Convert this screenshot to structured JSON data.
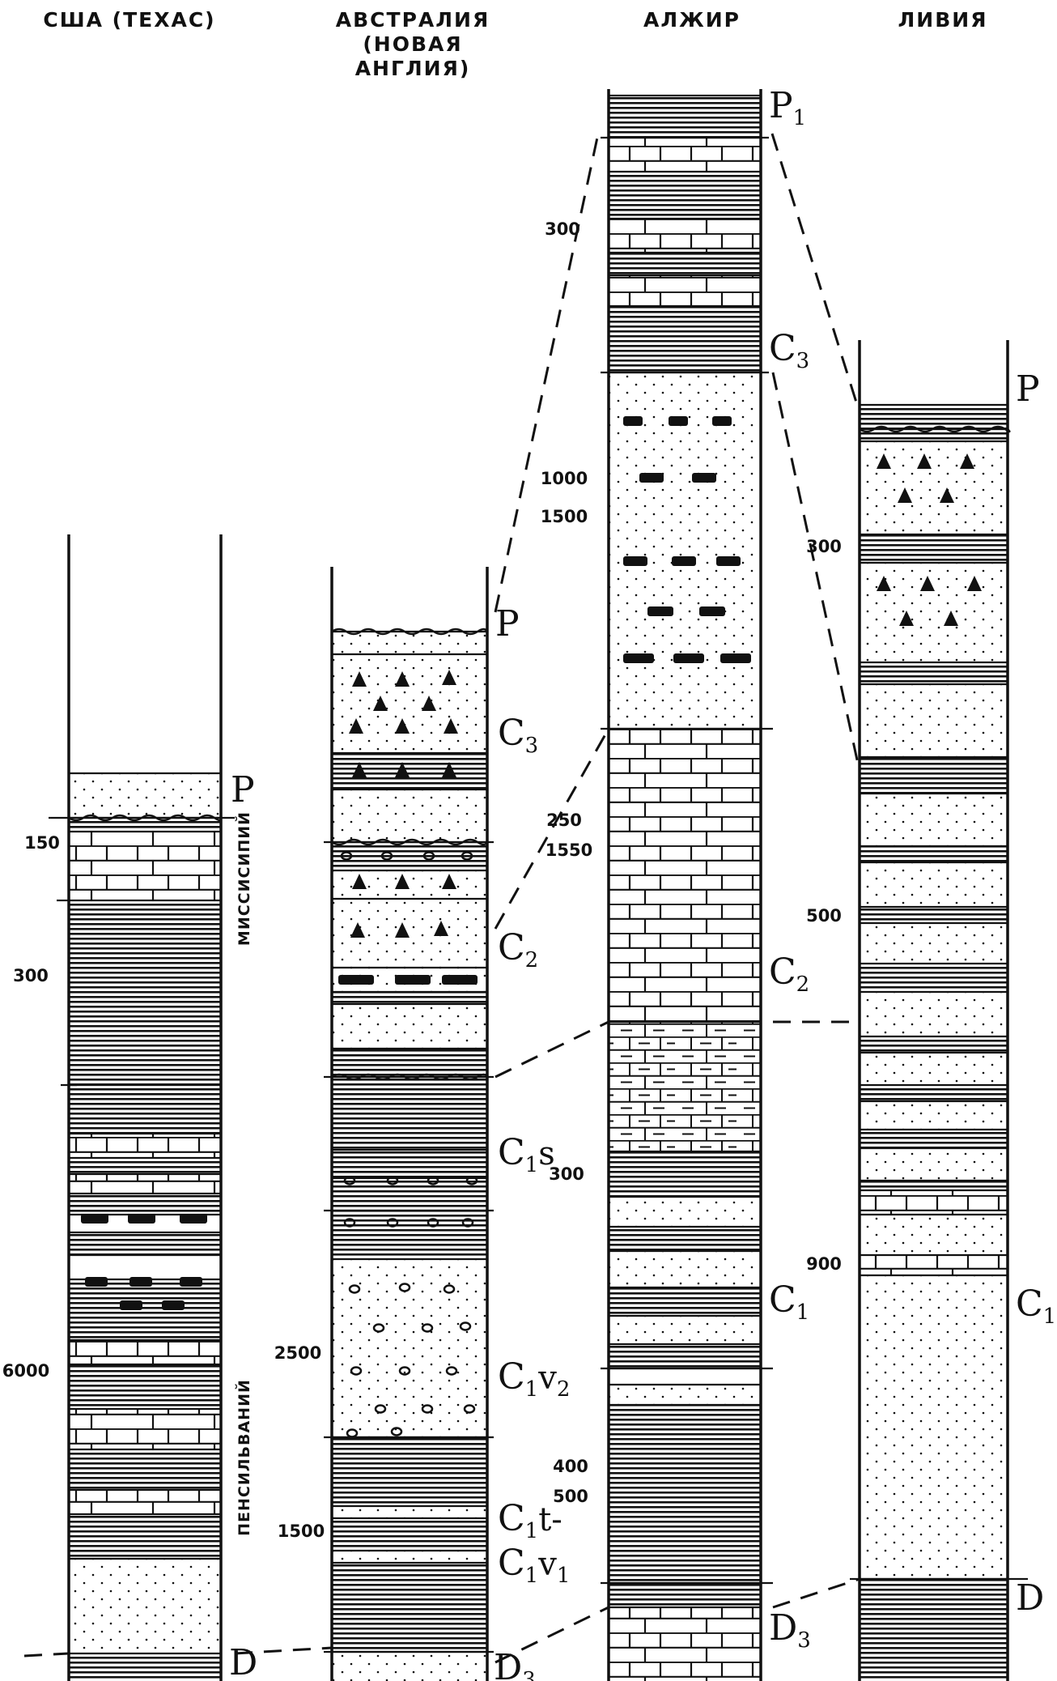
{
  "columns": [
    {
      "id": "usa",
      "title": "США (ТЕХАС)",
      "subtitle": ""
    },
    {
      "id": "aus",
      "title": "АВСТРАЛИЯ",
      "subtitle": "(НОВАЯ АНГЛИЯ)"
    },
    {
      "id": "alg",
      "title": "АЛЖИР",
      "subtitle": ""
    },
    {
      "id": "lib",
      "title": "ЛИВИЯ",
      "subtitle": ""
    }
  ],
  "thickness_labels": {
    "usa": [
      "150",
      "300",
      "6000"
    ],
    "aus": [
      "2500",
      "1500"
    ],
    "alg": [
      "300",
      "1000",
      "1500",
      "250",
      "1550",
      "300",
      "400",
      "500"
    ],
    "lib": [
      "300",
      "500",
      "900"
    ]
  },
  "stratigraphic_indices": {
    "usa": [
      "P",
      "D"
    ],
    "aus": [
      "P",
      "C3",
      "C2",
      "C1s",
      "C1v2",
      "C1t-",
      "C1v1",
      "D3"
    ],
    "alg": [
      "P1",
      "C3",
      "C2",
      "C1",
      "D3"
    ],
    "lib": [
      "P",
      "C1",
      "D"
    ]
  },
  "subdivisions": {
    "usa": [
      "МИССИСИПИЙ",
      "ПЕНСИЛЬВАНИЙ"
    ]
  },
  "legend_patterns": [
    "shale",
    "limestone",
    "sandstone",
    "evaporite",
    "conglomerate",
    "marl",
    "unconformity"
  ]
}
